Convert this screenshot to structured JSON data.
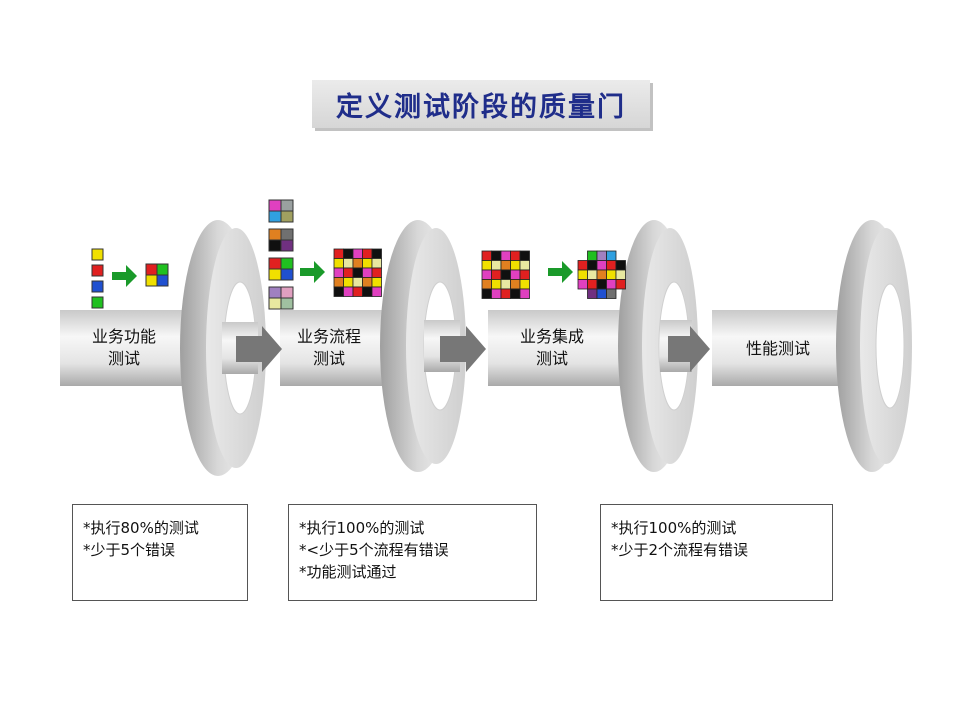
{
  "title": "定义测试阶段的质量门",
  "stages": [
    {
      "line1": "业务功能",
      "line2": "测试"
    },
    {
      "line1": "业务流程",
      "line2": "测试"
    },
    {
      "line1": "业务集成",
      "line2": "测试"
    },
    {
      "line1": "性能测试",
      "line2": ""
    }
  ],
  "gates": [
    {
      "lines": [
        "*执行80%的测试",
        "*少于5个错误"
      ]
    },
    {
      "lines": [
        "*执行100%的测试",
        "*<少于5个流程有错误",
        "*功能测试通过"
      ]
    },
    {
      "lines": [
        "*执行100%的测试",
        "*少于2个流程有错误"
      ]
    }
  ],
  "colors": {
    "title_text": "#1f2d8a",
    "arrow_green": "#1a9a2a",
    "arrow_grey": "#777777",
    "pipe_light": "#f2f2f2",
    "pipe_dark": "#b5b5b5"
  },
  "icons": [
    "color-blocks-icon",
    "color-grid-icon",
    "green-arrow-icon",
    "grey-arrow-icon",
    "gate-wheel-icon"
  ]
}
